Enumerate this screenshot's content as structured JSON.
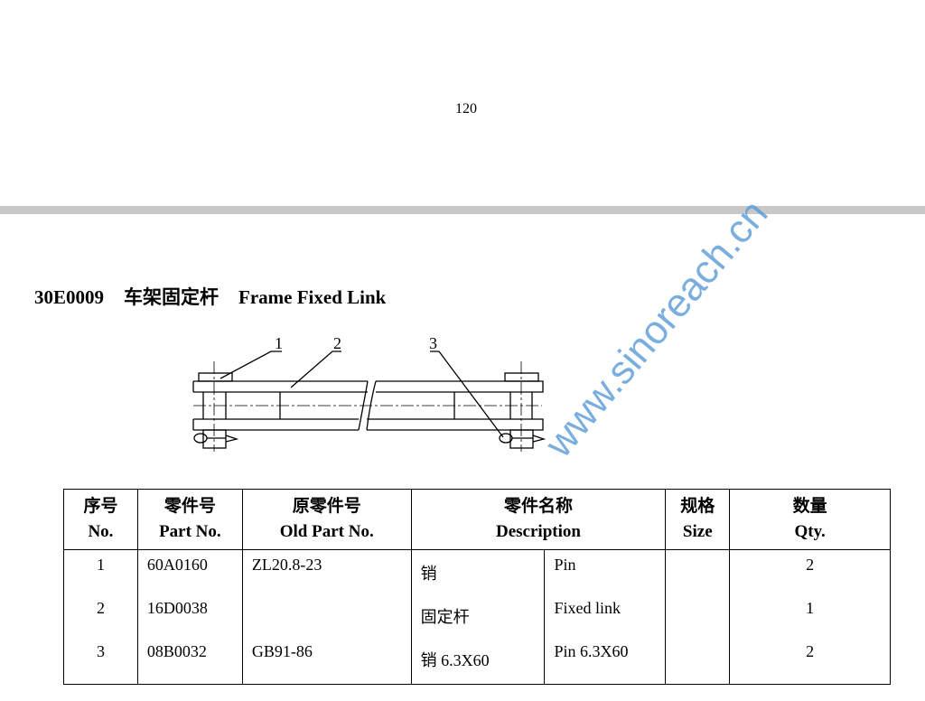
{
  "page_number": "120",
  "section": {
    "code": "30E0009",
    "title_cn": "车架固定杆",
    "title_en": "Frame Fixed Link"
  },
  "callouts": [
    "1",
    "2",
    "3"
  ],
  "watermark": "www.sinoreach.cn",
  "table": {
    "headers": [
      {
        "cn": "序号",
        "en": "No."
      },
      {
        "cn": "零件号",
        "en": "Part No."
      },
      {
        "cn": "原零件号",
        "en": "Old Part No."
      },
      {
        "cn": "零件名称",
        "en": "Description"
      },
      {
        "cn": "规格",
        "en": "Size"
      },
      {
        "cn": "数量",
        "en": "Qty."
      }
    ],
    "rows": [
      {
        "no": "1",
        "part": "60A0160",
        "old": "ZL20.8-23",
        "desc_cn": "销",
        "desc_en": "Pin",
        "size": "",
        "qty": "2"
      },
      {
        "no": "2",
        "part": "16D0038",
        "old": "",
        "desc_cn": "固定杆",
        "desc_en": "Fixed link",
        "size": "",
        "qty": "1"
      },
      {
        "no": "3",
        "part": "08B0032",
        "old": "GB91-86",
        "desc_cn": "销 6.3X60",
        "desc_en": "Pin 6.3X60",
        "size": "",
        "qty": "2"
      }
    ]
  }
}
